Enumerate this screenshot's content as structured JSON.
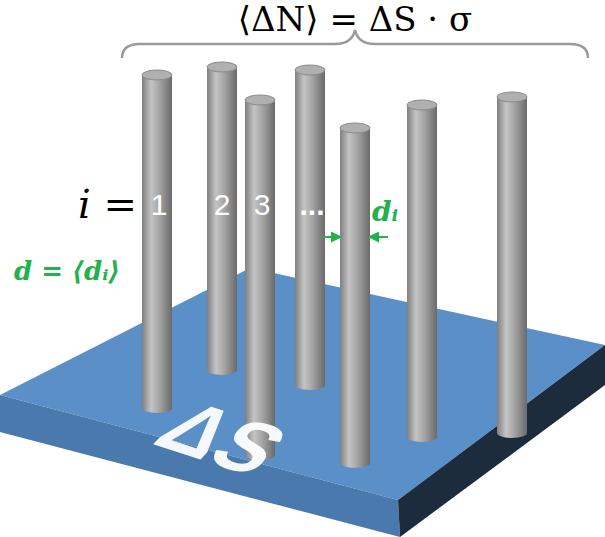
{
  "diagram": {
    "labels": [
      "⟨ΔN⟩ = ΔS · σ",
      "i =",
      "1",
      "2",
      "3",
      "...",
      "dᵢ",
      "d = ⟨dᵢ⟩",
      "ΔS"
    ]
  }
}
